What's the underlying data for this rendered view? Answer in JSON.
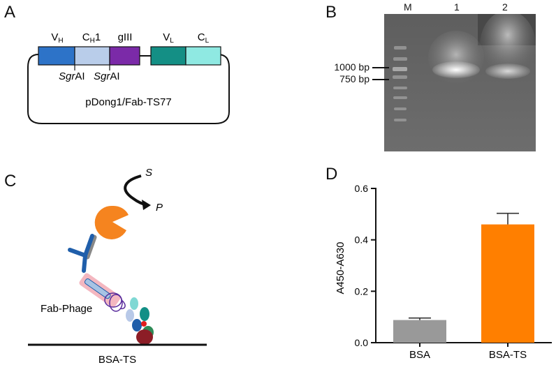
{
  "panels": {
    "a": {
      "letter": "A",
      "segments": [
        {
          "label": "V",
          "sub": "H",
          "suffix": "",
          "color": "#2d73c8"
        },
        {
          "label": "C",
          "sub": "H",
          "suffix": "1",
          "color": "#b9cdea"
        },
        {
          "label": "gIII",
          "sub": "",
          "suffix": "",
          "color": "#7b2aa8"
        },
        {
          "label": "V",
          "sub": "L",
          "suffix": "",
          "color": "#148f85"
        },
        {
          "label": "C",
          "sub": "L",
          "suffix": "",
          "color": "#8fe9e2"
        }
      ],
      "sites": [
        {
          "italic": "Sgr",
          "rest": "AI"
        },
        {
          "italic": "Sgr",
          "rest": "AI"
        }
      ],
      "plasmid": "pDong1/Fab-TS77"
    },
    "b": {
      "letter": "B",
      "lanes": [
        "M",
        "1",
        "2"
      ],
      "markers": [
        "1000 bp",
        "750 bp"
      ]
    },
    "c": {
      "letter": "C",
      "substrate": "S",
      "product": "P",
      "phage_label": "Fab-Phage",
      "surface_label": "BSA-TS"
    },
    "d": {
      "letter": "D"
    }
  },
  "chart_data": {
    "type": "bar",
    "categories": [
      "BSA",
      "BSA-TS"
    ],
    "values": [
      0.088,
      0.46
    ],
    "errors": [
      0.008,
      0.043
    ],
    "colors": [
      "#999999",
      "#ff7f00"
    ],
    "ylabel": "A450-A630",
    "xlabel": "",
    "ylim": [
      0,
      0.6
    ],
    "yticks": [
      "0.0",
      "0.2",
      "0.4",
      "0.6"
    ]
  }
}
